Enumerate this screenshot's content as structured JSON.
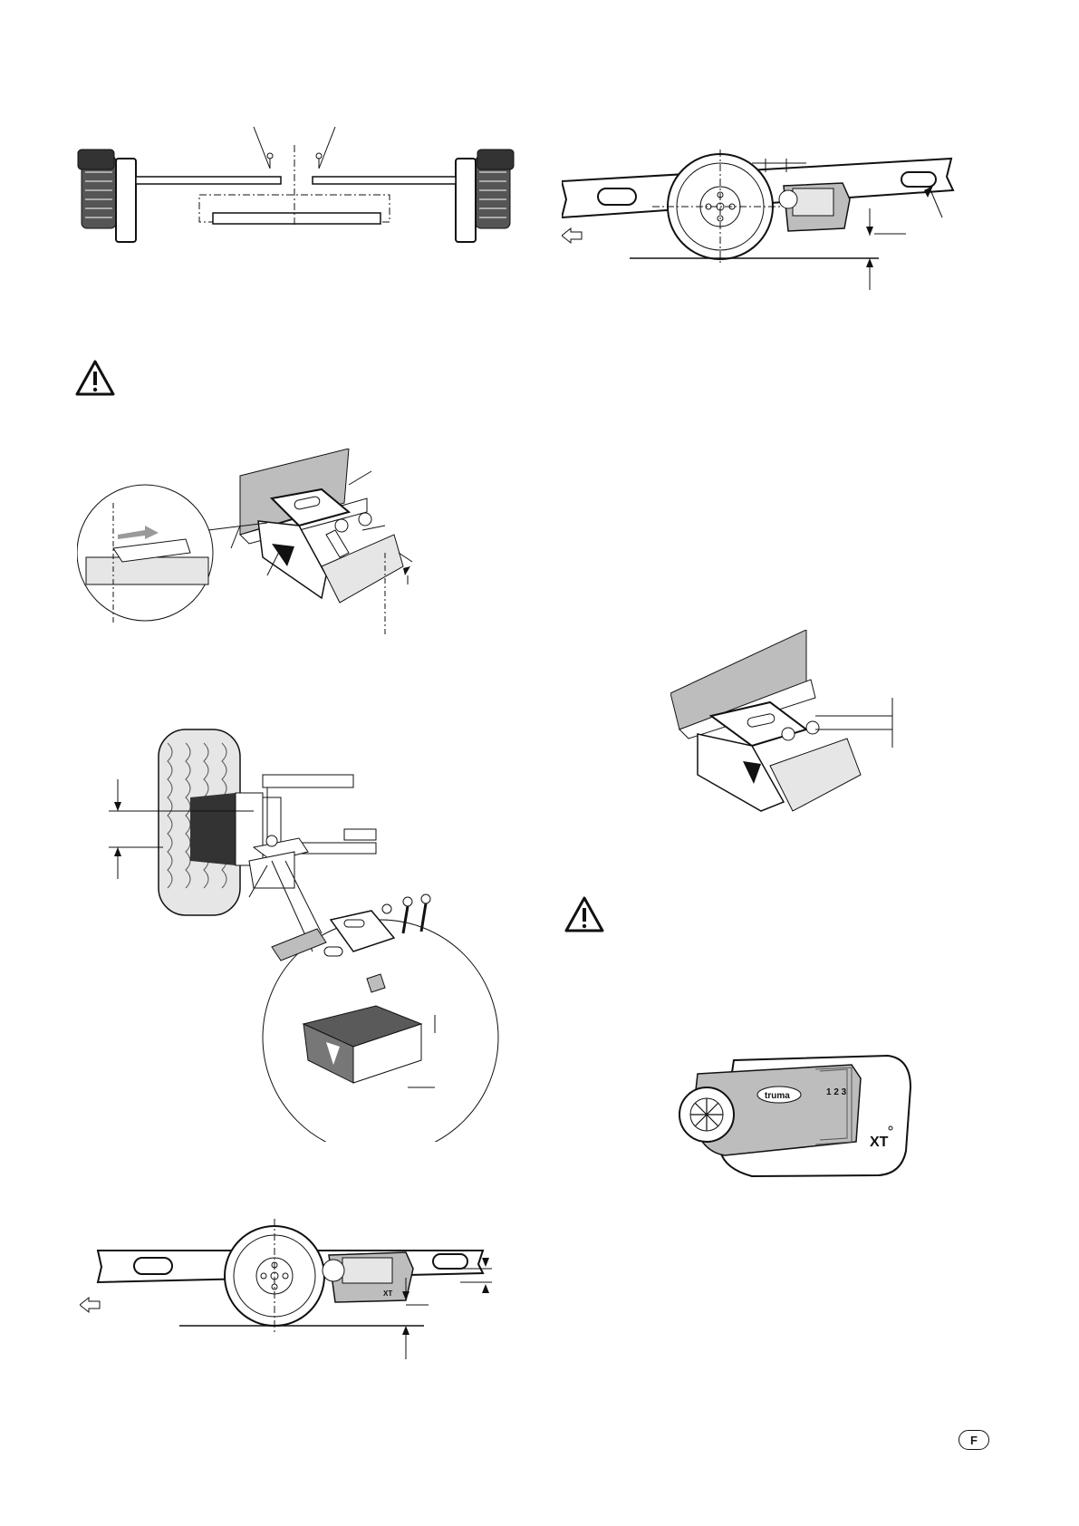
{
  "page_badge": "F",
  "figures": {
    "xt_label_small": "XT",
    "xt_label_large": "XT",
    "brand_label": "truma",
    "setting_numbers": "1 2 3"
  },
  "colors": {
    "ink": "#1a1a1a",
    "shade": "#bdbdbd",
    "light": "#e6e6e6"
  }
}
